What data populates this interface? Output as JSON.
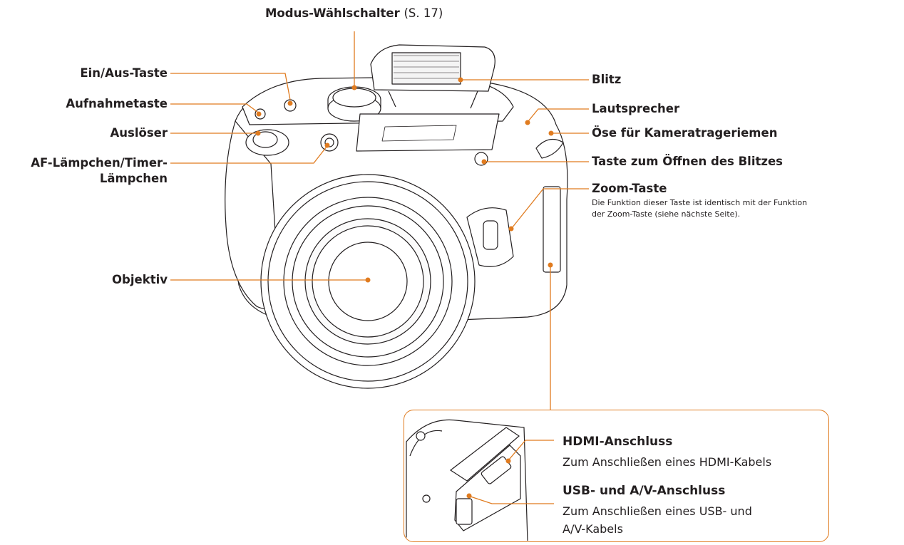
{
  "labels": {
    "mode_dial": "Modus-Wählschalter",
    "mode_dial_ref": "(S. 17)",
    "power_button": "Ein/Aus-Taste",
    "record_button": "Aufnahmetaste",
    "shutter": "Auslöser",
    "af_lamp_line1": "AF-Lämpchen/Timer-",
    "af_lamp_line2": "Lämpchen",
    "lens": "Objektiv",
    "flash": "Blitz",
    "speaker": "Lautsprecher",
    "strap_eyelet": "Öse für Kameratrageriemen",
    "flash_open_button": "Taste zum Öffnen des Blitzes",
    "zoom_button": "Zoom-Taste",
    "zoom_desc_line1": "Die Funktion dieser Taste ist identisch mit der Funktion",
    "zoom_desc_line2": "der Zoom-Taste (siehe nächste Seite)."
  },
  "inset": {
    "hdmi_title": "HDMI-Anschluss",
    "hdmi_desc": "Zum Anschließen eines HDMI-Kabels",
    "usb_title": "USB- und A/V-Anschluss",
    "usb_desc_line1": "Zum Anschließen eines USB- und",
    "usb_desc_line2": "A/V-Kabels"
  },
  "colors": {
    "leader": "#e07b1f",
    "outline": "#231f20",
    "body_fill": "#ffffff"
  }
}
